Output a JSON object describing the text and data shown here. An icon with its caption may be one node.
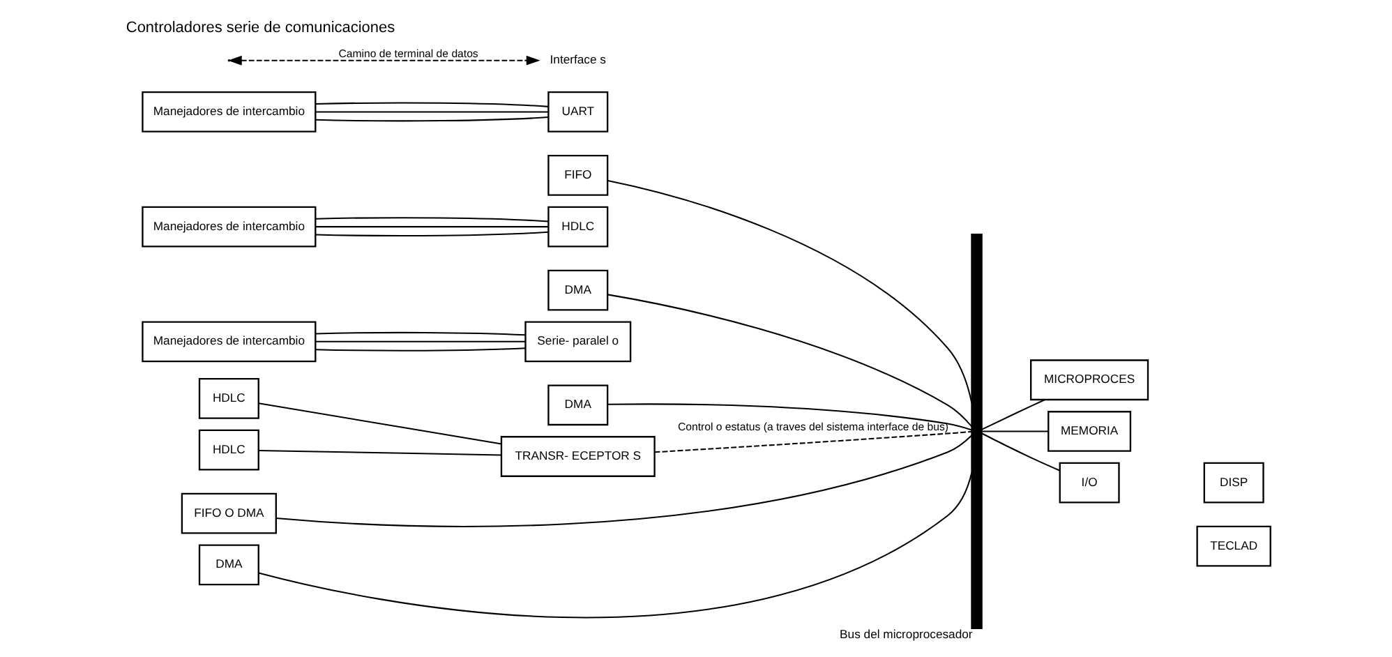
{
  "diagram": {
    "title": "Controladores serie de comunicaciones",
    "nodes": [
      {
        "text": [
          "Manejadores de intercambio"
        ]
      },
      {
        "text": [
          "UART"
        ]
      },
      {
        "text": [
          "FIFO"
        ]
      },
      {
        "text": [
          "Manejadores de intercambio"
        ]
      },
      {
        "text": [
          "HDLC"
        ]
      },
      {
        "text": [
          "DMA"
        ]
      },
      {
        "text": [
          "Manejadores de intercambio"
        ]
      },
      {
        "text": [
          "Serie- paralel o"
        ]
      },
      {
        "text": [
          "DMA"
        ]
      },
      {
        "text": [
          "HDLC"
        ]
      },
      {
        "text": [
          "FIFO O DMA"
        ]
      },
      {
        "text": [
          "HDLC"
        ]
      },
      {
        "text": [
          "DMA"
        ]
      },
      {
        "text": [
          "TRANSR- ECEPTOR S"
        ]
      },
      {
        "text": [],
        "shape": "bar",
        "beside": [
          "Bus del microprocesador"
        ]
      },
      {
        "text": [
          "MICROPROCES"
        ]
      },
      {
        "text": [
          "MEMORIA"
        ]
      },
      {
        "text": [
          "I/O"
        ]
      },
      {
        "text": [
          "DISP"
        ]
      },
      {
        "text": [
          "TECLAD"
        ]
      },
      {
        "text": [
          "Interface s"
        ]
      }
    ],
    "edges": [
      {
        "from": 0,
        "to": 1,
        "arrow": "none"
      },
      {
        "from": 0,
        "to": 1,
        "arrow": "none"
      },
      {
        "from": 0,
        "to": 1,
        "arrow": "none"
      },
      {
        "from": 3,
        "to": 4,
        "arrow": "none"
      },
      {
        "from": 3,
        "to": 4,
        "arrow": "none"
      },
      {
        "from": 3,
        "to": 4,
        "arrow": "none"
      },
      {
        "from": 6,
        "to": 7,
        "arrow": "none"
      },
      {
        "from": 6,
        "to": 7,
        "arrow": "none"
      },
      {
        "from": 6,
        "to": 7,
        "arrow": "none"
      },
      {
        "from": 2,
        "to": 14,
        "arrow": "none"
      },
      {
        "from": 5,
        "to": 14,
        "arrow": "none"
      },
      {
        "from": 8,
        "to": 14,
        "arrow": "none"
      },
      {
        "from": 10,
        "to": 14,
        "arrow": "none"
      },
      {
        "from": 12,
        "to": 14,
        "arrow": "none"
      },
      {
        "from": 9,
        "to": 13,
        "arrow": "none"
      },
      {
        "from": 11,
        "to": 13,
        "arrow": "none"
      },
      {
        "from": 14,
        "to": 15,
        "arrow": "none"
      },
      {
        "from": 14,
        "to": 16,
        "arrow": "none"
      },
      {
        "from": 14,
        "to": 17,
        "arrow": "none"
      },
      {
        "from": 13,
        "to": 14,
        "arrow": "none",
        "style": "dashed",
        "label": "Control o estatus (a traves del sistema interface de bus)"
      },
      {
        "from": null,
        "to": 20,
        "arrow": "both",
        "style": "dashed",
        "label": "Camino de terminal de datos"
      }
    ]
  }
}
